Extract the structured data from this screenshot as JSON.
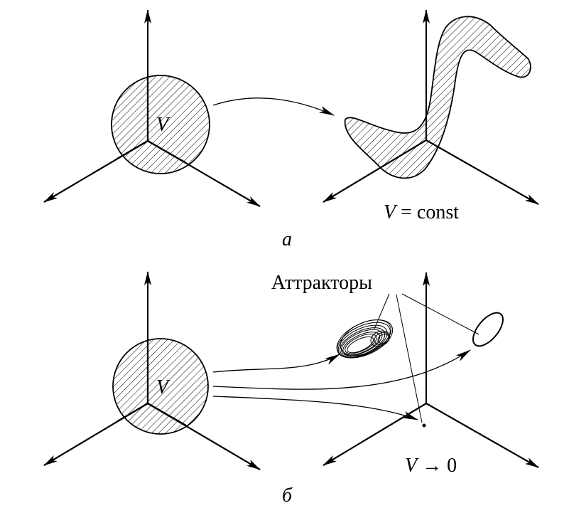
{
  "panel_a": {
    "volume_label": "V",
    "result_label_var": "V",
    "result_label_rest": " = const",
    "caption": "a"
  },
  "panel_b": {
    "volume_label": "V",
    "attractors_label": "Аттракторы",
    "result_label_var": "V",
    "result_label_rest": " → 0",
    "caption": "б"
  },
  "colors": {
    "ink": "#000000",
    "background": "#ffffff"
  }
}
